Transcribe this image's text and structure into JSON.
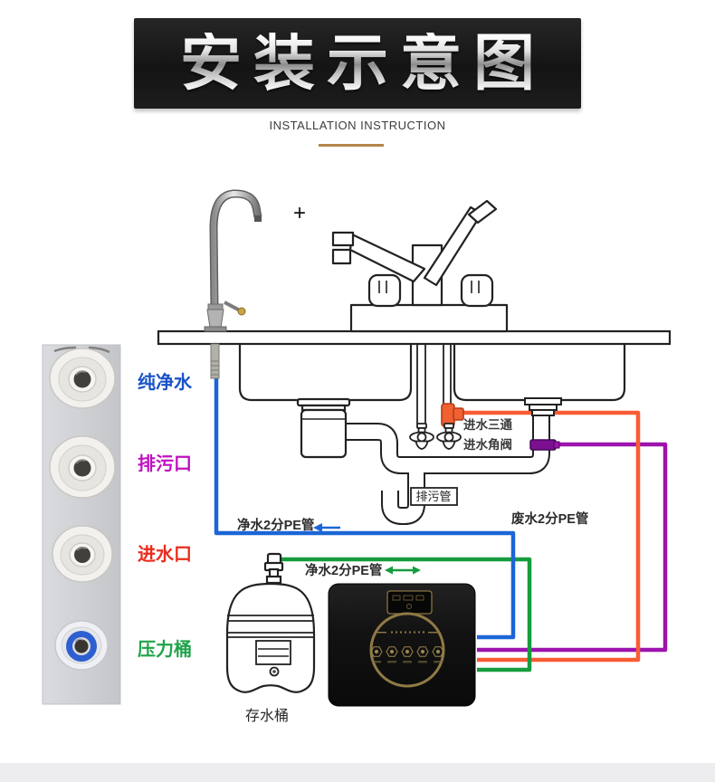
{
  "header": {
    "title": "安装示意图",
    "subtitle": "INSTALLATION INSTRUCTION",
    "underline_color": "#b5854b",
    "banner_bg": "#1a1a1a"
  },
  "fittings_panel": {
    "labels": [
      {
        "text": "纯净水",
        "color": "#1a52c8"
      },
      {
        "text": "排污口",
        "color": "#bf10c0"
      },
      {
        "text": "进水口",
        "color": "#ea2b1c"
      },
      {
        "text": "压力桶",
        "color": "#1fa34a"
      }
    ]
  },
  "diagram": {
    "plus_sign": "+",
    "labels": {
      "inlet_tee": "进水三通",
      "inlet_angle_valve": "进水角阀",
      "drain_pipe_tag": "排污管",
      "pure_pipe_blue": "净水2分PE管",
      "pure_pipe_green": "净水2分PE管",
      "waste_pipe": "废水2分PE管",
      "storage_tank": "存水桶"
    },
    "tubes": {
      "pure_blue": "#1b66d6",
      "pure_green": "#169c3e",
      "waste_orange": "#f95c35",
      "waste_purple": "#9c13ad"
    }
  }
}
